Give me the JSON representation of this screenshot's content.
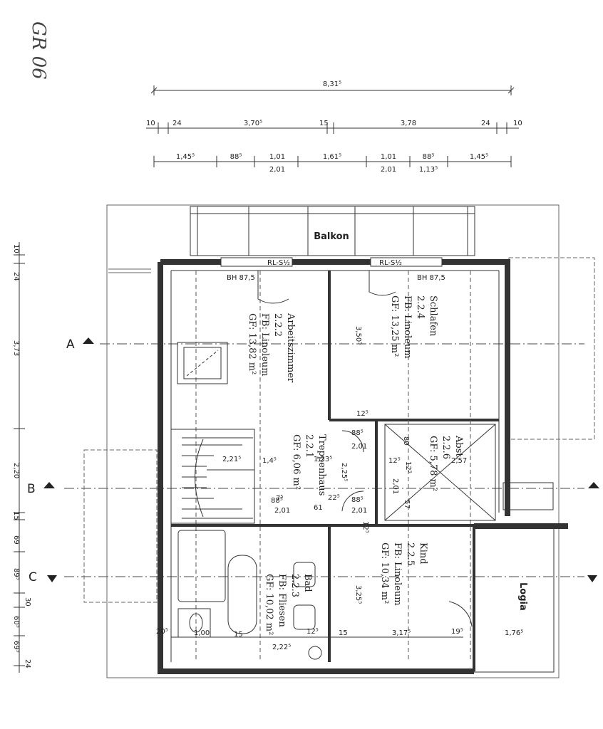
{
  "annotation": "GR 06",
  "top_dims": {
    "total": "8,31⁵",
    "row2": [
      "10",
      "24",
      "3,70⁵",
      "15",
      "3,78",
      "24",
      "10"
    ],
    "row3": [
      "1,45⁵",
      "88⁵",
      "1,01",
      "2,01",
      "1,61⁵",
      "1,01",
      "2,01",
      "88⁵",
      "1,13⁵",
      "1,45⁵"
    ]
  },
  "left_dims": [
    "10",
    "24",
    "3,73",
    "2,20",
    "15",
    "69",
    "89⁵",
    "30",
    "60⁵",
    "69⁵",
    "24"
  ],
  "axes": [
    "A",
    "B",
    "C"
  ],
  "labels": {
    "balkon": "Balkon",
    "logia": "Logia",
    "rl_left": "RL-S½",
    "rl_right": "RL-S½",
    "bh_left": "BH 87,5",
    "bh_right": "BH 87,5"
  },
  "rooms": [
    {
      "name": "Arbeitszimmer",
      "num": "2.2.2",
      "floor": "FB: Linoleum",
      "area": "GF: 13,82 m²"
    },
    {
      "name": "Schlafen",
      "num": "2.2.4",
      "floor": "FB: Linoleum",
      "area": "GF: 13,25 m²"
    },
    {
      "name": "Treppenhaus",
      "num": "2.2.1",
      "floor": "",
      "area": "GF: 6,06 m²"
    },
    {
      "name": "Abst.",
      "num": "2.2.6",
      "floor": "",
      "area": "GF: 5,78 m²"
    },
    {
      "name": "Bad",
      "num": "2.2.3",
      "floor": "FB: Fliesen",
      "area": "GF: 10,02 m²"
    },
    {
      "name": "Kind",
      "num": "2.2.5",
      "floor": "FB: Linoleum",
      "area": "GF: 10,34 m²"
    }
  ],
  "inner_dims": [
    "3,50⁵",
    "12⁵",
    "88⁵",
    "2,01",
    "2,21⁵",
    "1,4⁵",
    "1,23⁵",
    "2,25⁵",
    "12⁵",
    "88⁵",
    "2,01",
    "80",
    "2,57",
    "12⁵",
    "2,01",
    "22⁵",
    "88⁵",
    "2,01",
    "57",
    "61",
    "12⁵",
    "3,25⁵",
    "20⁵",
    "1,00",
    "15",
    "12⁵",
    "15",
    "3,17⁵",
    "19⁵",
    "1,76⁵",
    "2,22⁵",
    "7⁵"
  ]
}
